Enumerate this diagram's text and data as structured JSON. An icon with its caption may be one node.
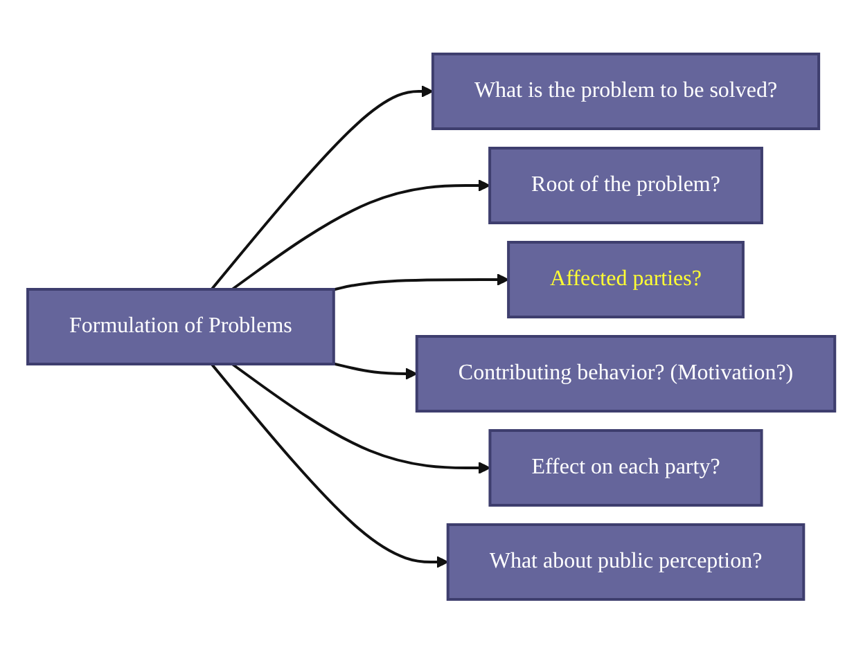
{
  "diagram": {
    "nodes": [
      {
        "text": [
          "Formulation of Problems"
        ]
      },
      {
        "text": [
          "What is the problem to be solved?"
        ]
      },
      {
        "text": [
          "Root of the problem?"
        ]
      },
      {
        "text": [
          "Affected parties?"
        ]
      },
      {
        "text": [
          "Contributing behavior? (Motivation?)"
        ]
      },
      {
        "text": [
          "Effect on each party?"
        ]
      },
      {
        "text": [
          "What about public perception?"
        ]
      }
    ],
    "edges": [
      {
        "from": 0,
        "to": 1,
        "arrow": "to"
      },
      {
        "from": 0,
        "to": 2,
        "arrow": "to"
      },
      {
        "from": 0,
        "to": 3,
        "arrow": "to"
      },
      {
        "from": 0,
        "to": 4,
        "arrow": "to"
      },
      {
        "from": 0,
        "to": 5,
        "arrow": "to"
      },
      {
        "from": 0,
        "to": 6,
        "arrow": "to"
      }
    ]
  }
}
